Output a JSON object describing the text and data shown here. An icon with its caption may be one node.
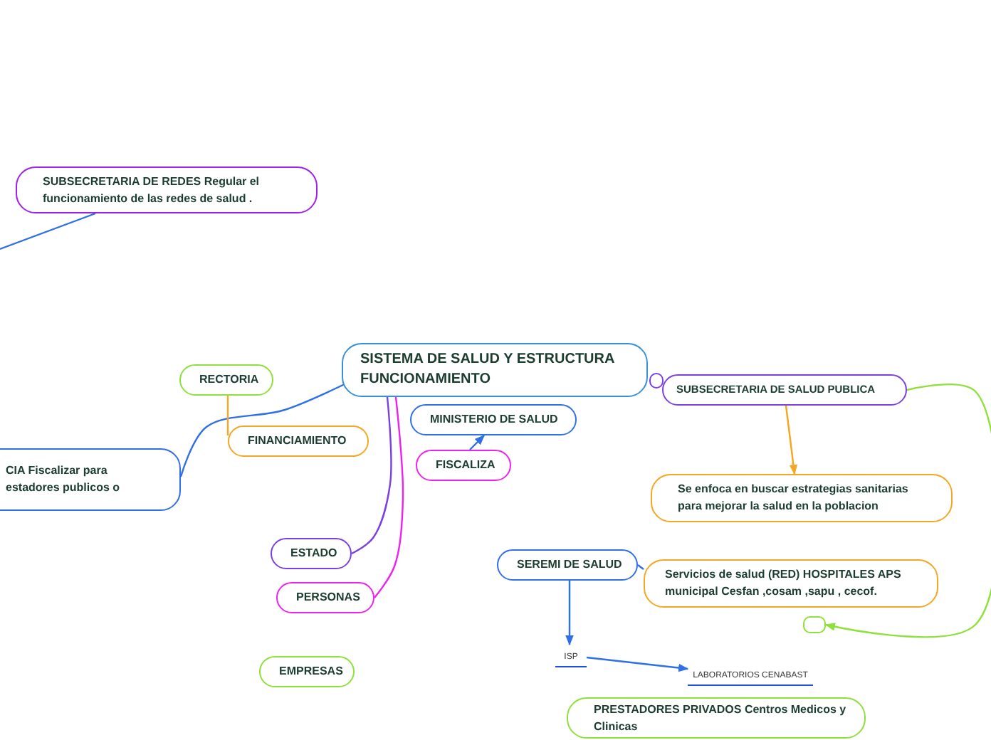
{
  "diagram": {
    "nodes": [
      {
        "text": [
          "SISTEMA DE SALUD Y ESTRUCTURA FUNCIONAMIENTO"
        ]
      },
      {
        "text": [
          "SUBSECRETARIA DE REDES Regular el funcionamiento de las redes de salud ."
        ]
      },
      {
        "text": [
          "CIA Fiscalizar para estadores publicos o"
        ]
      },
      {
        "text": [
          "RECTORIA"
        ]
      },
      {
        "text": [
          "FINANCIAMIENTO"
        ]
      },
      {
        "text": [
          "MINISTERIO DE SALUD"
        ]
      },
      {
        "text": [
          "FISCALIZA"
        ]
      },
      {
        "text": [
          "ESTADO"
        ]
      },
      {
        "text": [
          "PERSONAS"
        ]
      },
      {
        "text": [
          "EMPRESAS"
        ]
      },
      {
        "text": [],
        "shape": "box"
      },
      {
        "text": [
          "SUBSECRETARIA DE SALUD PUBLICA"
        ]
      },
      {
        "text": [
          "Se enfoca en buscar estrategias sanitarias para mejorar la salud en la poblacion"
        ]
      },
      {
        "text": [
          "SEREMI DE SALUD"
        ]
      },
      {
        "text": [
          "Servicios de salud (RED)  HOSPITALES  APS municipal Cesfan ,cosam ,sapu , cecof."
        ]
      },
      {
        "text": [],
        "shape": "box"
      },
      {
        "text": [
          "ISP"
        ]
      },
      {
        "text": [
          "LABORATORIOS CENABAST"
        ]
      },
      {
        "text": [
          "PRESTADORES PRIVADOS Centros Medicos y Clinicas"
        ]
      }
    ],
    "edges": [
      {
        "from": 1,
        "to": null,
        "arrow": "none"
      },
      {
        "from": 0,
        "to": 2,
        "arrow": "none"
      },
      {
        "from": 3,
        "to": 4,
        "arrow": "none",
        "color": "#f5a623"
      },
      {
        "from": 0,
        "to": 7,
        "arrow": "none",
        "color": "#7b3fe4"
      },
      {
        "from": 0,
        "to": 8,
        "arrow": "none",
        "color": "#ee22ee"
      },
      {
        "from": 6,
        "to": 5,
        "arrow": "to"
      },
      {
        "from": 11,
        "to": 12,
        "arrow": "to",
        "color": "#f5a623"
      },
      {
        "from": 11,
        "to": 15,
        "arrow": "to",
        "color": "#8ee03a"
      },
      {
        "from": 13,
        "to": 14,
        "arrow": "none"
      },
      {
        "from": 13,
        "to": 16,
        "arrow": "to"
      },
      {
        "from": 16,
        "to": 17,
        "arrow": "to"
      }
    ]
  }
}
